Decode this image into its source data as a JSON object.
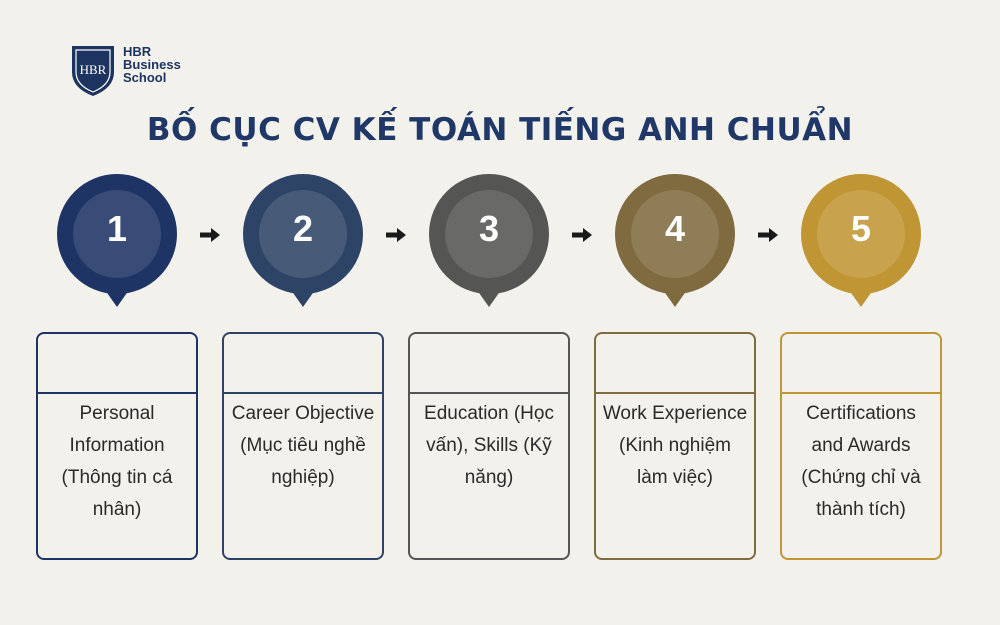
{
  "brand": {
    "line1": "HBR",
    "line2": "Business",
    "line3": "School",
    "emblem_letters": "HBR"
  },
  "title": "BỐ CỤC CV KẾ TOÁN TIẾNG ANH CHUẨN",
  "colors": {
    "title": "#1f3868",
    "step1": "#1e3464",
    "step2": "#2e4466",
    "step3": "#555653",
    "step4": "#7f6b3f",
    "step5": "#c09534"
  },
  "steps": [
    {
      "number": "1",
      "label": "Personal Information (Thông tin cá nhân)",
      "icon": "location-pin-icon"
    },
    {
      "number": "2",
      "label": "Career Objective (Mục tiêu nghề nghiệp)",
      "icon": "location-pin-icon"
    },
    {
      "number": "3",
      "label": "Education (Học vấn), Skills (Kỹ năng)",
      "icon": "location-pin-icon"
    },
    {
      "number": "4",
      "label": "Work Experience (Kinh nghiệm làm việc)",
      "icon": "location-pin-icon"
    },
    {
      "number": "5",
      "label": "Certifications and Awards (Chứng chỉ và thành tích)",
      "icon": "location-pin-icon"
    }
  ]
}
